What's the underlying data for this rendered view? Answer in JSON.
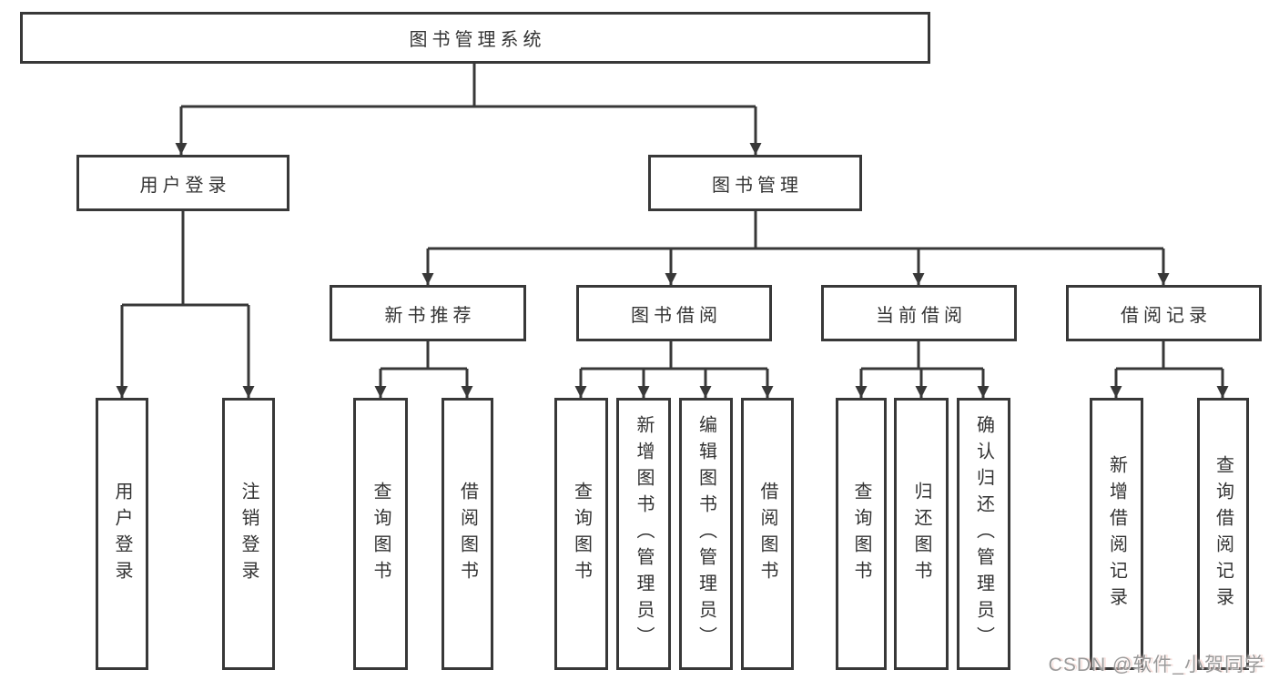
{
  "diagram": {
    "kind": "hierarchy-tree",
    "watermark": "CSDN @软件_小贺同学",
    "colors": {
      "background": "#ffffff",
      "line": "#383838",
      "box_border": "#383838",
      "box_fill": "#ffffff",
      "text": "#333333",
      "watermark_text": "#9a9a9a",
      "watermark_accent": "#d6462c"
    }
  },
  "nodes": {
    "root": {
      "label": "图书管理系统"
    },
    "level2": [
      {
        "label": "用户登录"
      },
      {
        "label": "图书管理"
      }
    ],
    "level3": [
      {
        "label": "新书推荐"
      },
      {
        "label": "图书借阅"
      },
      {
        "label": "当前借阅"
      },
      {
        "label": "借阅记录"
      }
    ],
    "leaves": {
      "user_login": [
        "用户登录",
        "注销登录"
      ],
      "new_book": [
        "查询图书",
        "借阅图书"
      ],
      "book_borrow": [
        "查询图书",
        "新增图书（管理员）",
        "编辑图书（管理员）",
        "借阅图书"
      ],
      "current_borrow": [
        "查询图书",
        "归还图书",
        "确认归还（管理员）"
      ],
      "borrow_record": [
        "新增借阅记录",
        "查询借阅记录"
      ]
    }
  }
}
